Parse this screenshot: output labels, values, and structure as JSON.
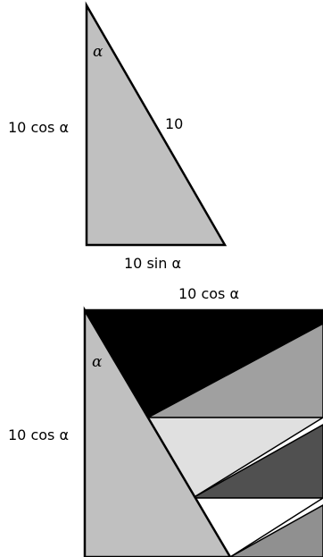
{
  "colors": {
    "triangle_fill": "#c0c0c0",
    "outline": "#000000",
    "black_region": "#000000",
    "mid_gray": "#a0a0a0",
    "light_gray": "#e0e0e0",
    "dark_gray": "#505050",
    "white": "#ffffff",
    "lower_gray": "#909090"
  },
  "top_triangle": {
    "angle_label": "α",
    "hypotenuse_label": "10",
    "left_side_label": "10 cos α",
    "bottom_side_label": "10 sin α"
  },
  "bottom_figure": {
    "top_label": "10 cos α",
    "left_label": "10 cos α",
    "angle_label": "α"
  }
}
